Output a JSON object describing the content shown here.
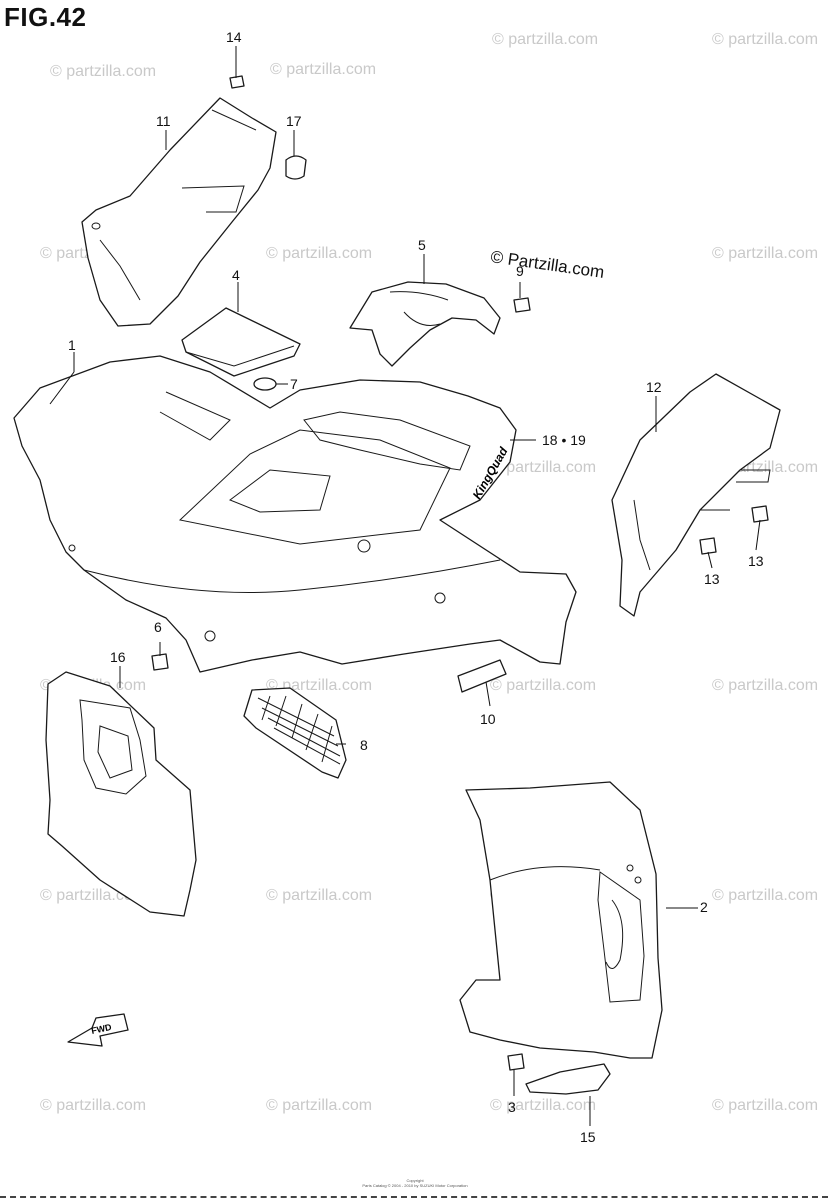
{
  "figure": {
    "title": "FIG.42"
  },
  "watermark": {
    "text": "© Partzilla.com",
    "tiled_text": "© partzilla.com"
  },
  "copyright": {
    "line1": "Copyright",
    "line2": "Parts Catalog © 2004 - 2010 by SUZUKI Motor Corporation"
  },
  "decal_text": "KingQuad",
  "fwd_label": "FWD",
  "callouts": [
    {
      "id": "c1",
      "label": "1"
    },
    {
      "id": "c2",
      "label": "2"
    },
    {
      "id": "c3",
      "label": "3"
    },
    {
      "id": "c4",
      "label": "4"
    },
    {
      "id": "c5",
      "label": "5"
    },
    {
      "id": "c6",
      "label": "6"
    },
    {
      "id": "c7",
      "label": "7"
    },
    {
      "id": "c8",
      "label": "8"
    },
    {
      "id": "c9",
      "label": "9"
    },
    {
      "id": "c10",
      "label": "10"
    },
    {
      "id": "c11",
      "label": "11"
    },
    {
      "id": "c12",
      "label": "12"
    },
    {
      "id": "c13a",
      "label": "13"
    },
    {
      "id": "c13b",
      "label": "13"
    },
    {
      "id": "c14",
      "label": "14"
    },
    {
      "id": "c15",
      "label": "15"
    },
    {
      "id": "c16",
      "label": "16"
    },
    {
      "id": "c17",
      "label": "17"
    },
    {
      "id": "c1819",
      "label": "18 • 19"
    }
  ],
  "colors": {
    "line": "#1a1a1a",
    "watermark": "#c9c9c9",
    "background": "#ffffff"
  }
}
